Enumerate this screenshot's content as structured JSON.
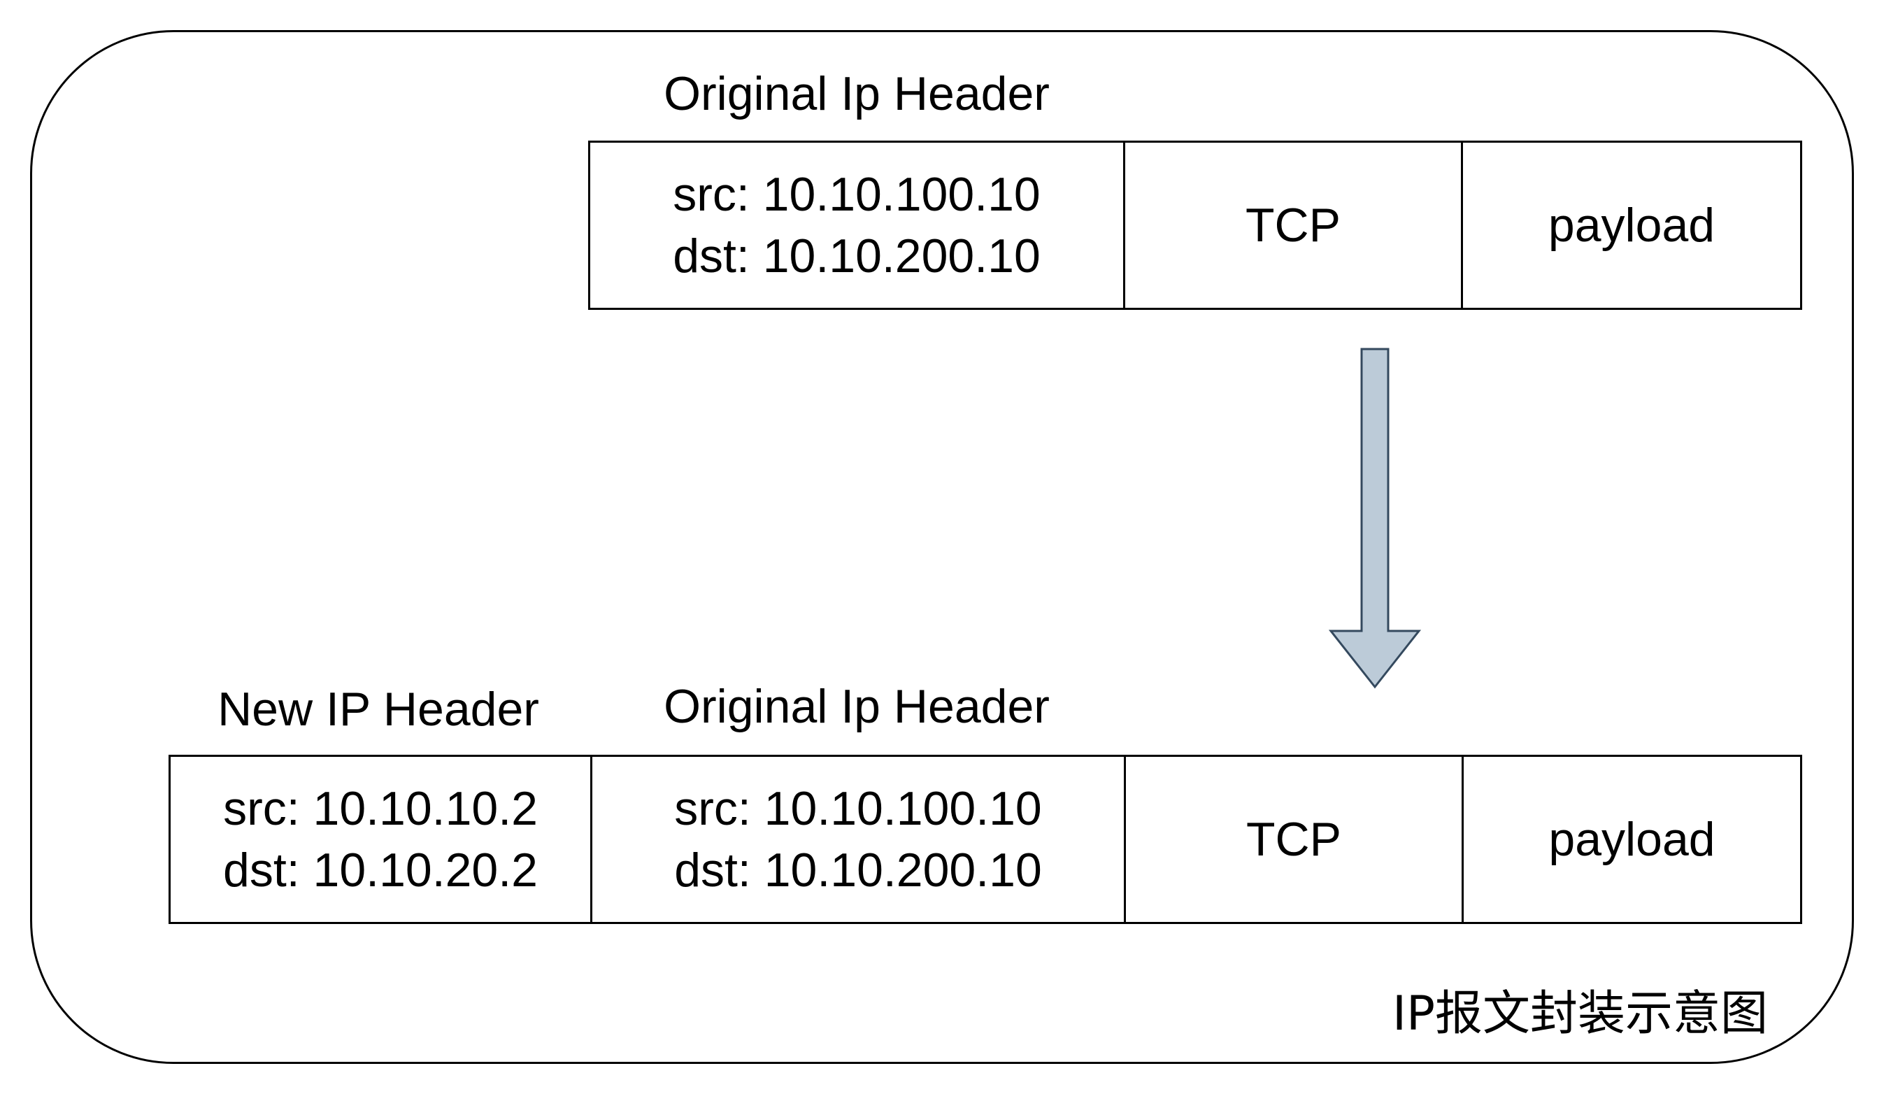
{
  "top": {
    "original_header_label": "Original Ip Header",
    "cells": {
      "ip_src": "src: 10.10.100.10",
      "ip_dst": "dst: 10.10.200.10",
      "tcp": "TCP",
      "payload": "payload"
    }
  },
  "bottom": {
    "new_header_label": "New IP Header",
    "original_header_label": "Original Ip Header",
    "cells": {
      "new_src": "src: 10.10.10.2",
      "new_dst": "dst: 10.10.20.2",
      "ip_src": "src: 10.10.100.10",
      "ip_dst": "dst: 10.10.200.10",
      "tcp": "TCP",
      "payload": "payload"
    }
  },
  "arrow": {
    "icon": "down-arrow-icon",
    "fill": "#bccbd8",
    "stroke": "#34495e"
  },
  "caption": "IP报文封装示意图"
}
